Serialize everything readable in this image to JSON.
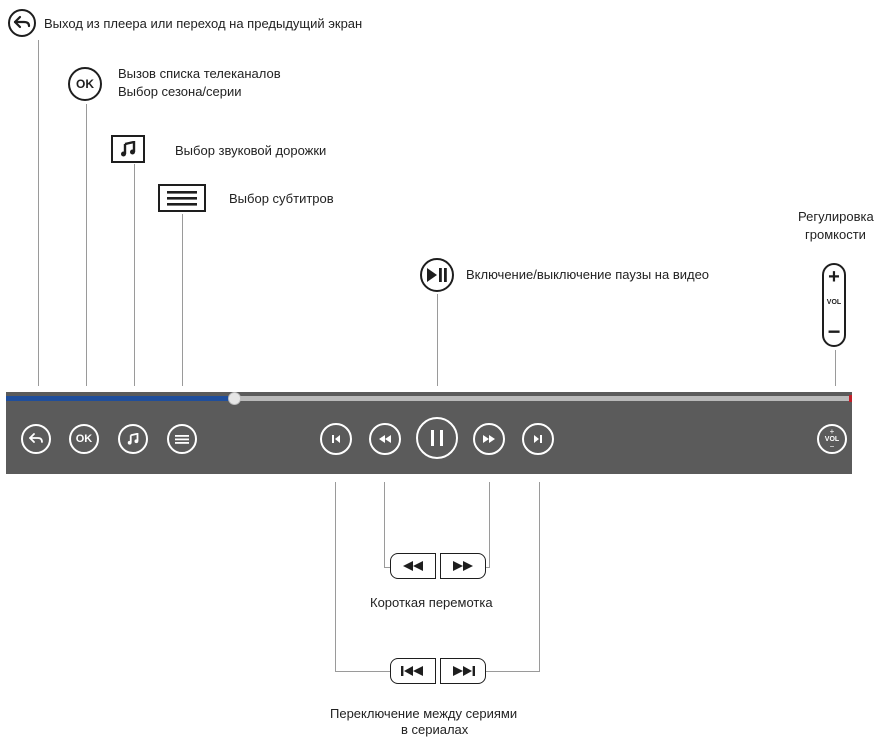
{
  "annotations": {
    "back": "Выход из плеера или переход на предыдущий экран",
    "ok_line1": "Вызов списка телеканалов",
    "ok_line2": "Выбор сезона/серии",
    "audio": "Выбор звуковой дорожки",
    "subtitles": "Выбор субтитров",
    "pause": "Включение/выключение паузы на видео",
    "volume_line1": "Регулировка",
    "volume_line2": "громкости",
    "short_seek": "Короткая перемотка",
    "episodes_line1": "Переключение между сериями",
    "episodes_line2": "в сериалах"
  },
  "keys": {
    "ok_label": "OK",
    "vol_label": "VOL",
    "vol_plus": "+",
    "vol_minus": "−"
  },
  "player": {
    "progress": 0.27,
    "colors": {
      "bar_bg": "#5b5b5b",
      "track": "#b9b9b9",
      "progress": "#1f4e9c",
      "end_marker": "#c0202a"
    },
    "ok_label": "OK",
    "vol_label": "VOL",
    "vol_plus": "+",
    "vol_minus": "−"
  },
  "icons": [
    "back-arrow-icon",
    "ok-icon",
    "music-note-icon",
    "subtitles-icon",
    "play-pause-icon",
    "volume-rocker-icon",
    "skip-previous-icon",
    "rewind-icon",
    "pause-icon",
    "fast-forward-icon",
    "skip-next-icon"
  ]
}
